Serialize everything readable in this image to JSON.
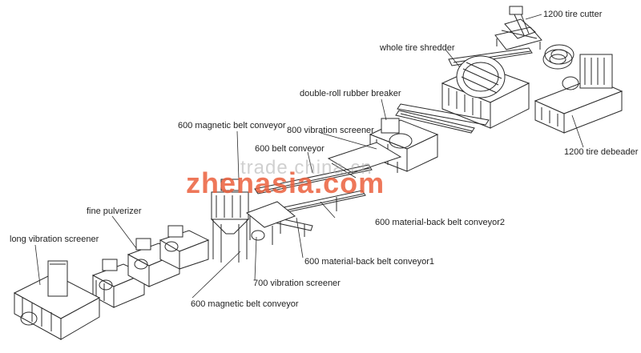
{
  "labels": {
    "tire_cutter": "1200 tire cutter",
    "whole_tire_shredder": "whole tire shredder",
    "double_roll_breaker": "double-roll rubber breaker",
    "magnetic_belt_conveyor_top": "600 magnetic belt conveyor",
    "vibration_screener_800": "800 vibration screener",
    "belt_conveyor_600": "600 belt conveyor",
    "tire_debeader": "1200 tire debeader",
    "fine_pulverizer": "fine pulverizer",
    "long_vibration_screener": "long vibration screener",
    "material_back_conveyor2": "600 material-back belt conveyor2",
    "material_back_conveyor1": "600 material-back belt conveyor1",
    "vibration_screener_700": "700 vibration screener",
    "magnetic_belt_conveyor_bottom": "600 magnetic belt conveyor"
  },
  "watermark": {
    "top": "trade.china.cn",
    "main": "zhenasia.com"
  },
  "colors": {
    "line": "#2a2a2a",
    "watermark_main": "#eb5f3c",
    "watermark_top": "#aaaaaa"
  }
}
